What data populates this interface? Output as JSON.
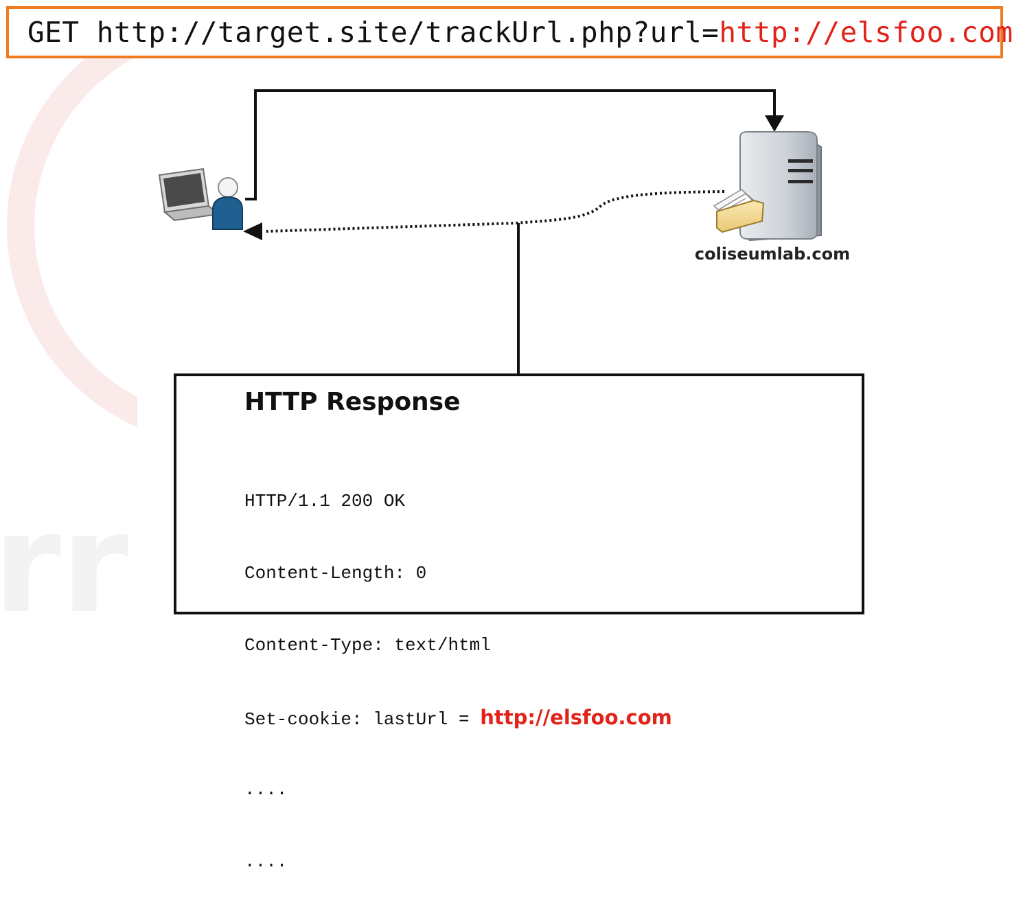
{
  "request": {
    "method_and_target": "GET http://target.site/trackUrl.php?url=",
    "url_param_value": "http://elsfoo.com"
  },
  "server": {
    "hostname": "coliseumlab.com"
  },
  "response": {
    "title": "HTTP Response",
    "status_line": "HTTP/1.1 200 OK",
    "content_length": "Content-Length: 0",
    "content_type": "Content-Type: text/html",
    "set_cookie_prefix": "Set-cookie: lastUrl = ",
    "set_cookie_value": "http://elsfoo.com",
    "ellipsis_1": "....",
    "ellipsis_2": "...."
  },
  "colors": {
    "request_border": "#f07a1e",
    "highlight_red": "#e2231a"
  },
  "icons": [
    "laptop-icon",
    "user-icon",
    "server-icon",
    "folder-icon"
  ]
}
